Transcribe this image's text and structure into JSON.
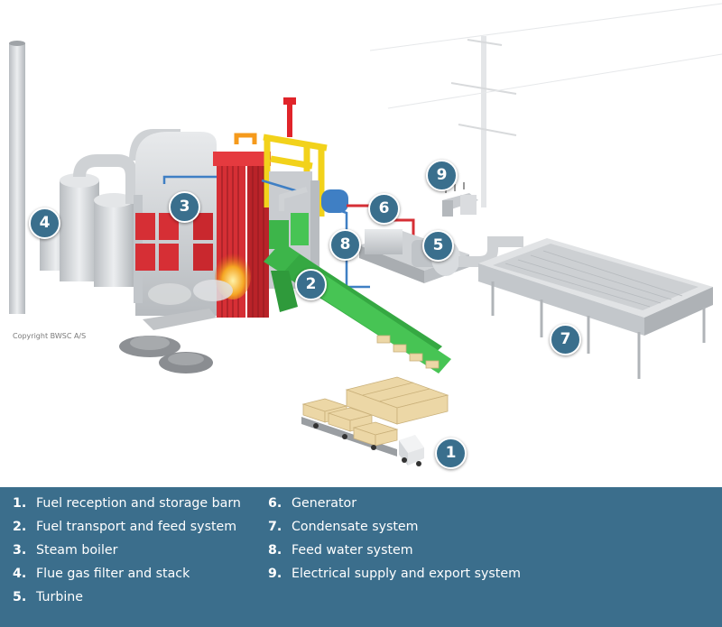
{
  "copyright": "Copyright BWSC A/S",
  "markers": [
    "1",
    "2",
    "3",
    "4",
    "5",
    "6",
    "7",
    "8",
    "9"
  ],
  "legend": {
    "items": [
      {
        "number": "1.",
        "label": "Fuel reception and storage barn"
      },
      {
        "number": "2.",
        "label": "Fuel transport and feed system"
      },
      {
        "number": "3.",
        "label": "Steam boiler"
      },
      {
        "number": "4.",
        "label": "Flue gas filter and stack"
      },
      {
        "number": "5.",
        "label": "Turbine"
      },
      {
        "number": "6.",
        "label": "Generator"
      },
      {
        "number": "7.",
        "label": "Condensate system"
      },
      {
        "number": "8.",
        "label": "Feed water system"
      },
      {
        "number": "9.",
        "label": "Electrical supply and export system"
      }
    ]
  },
  "colors": {
    "accent": "#3b6e8c",
    "boiler_red": "#d62f35",
    "feed_green": "#3db54a",
    "steel_yellow": "#f2d21b",
    "metal_grey": "#d3d6d9",
    "pipe_blue": "#3f7fc4"
  }
}
